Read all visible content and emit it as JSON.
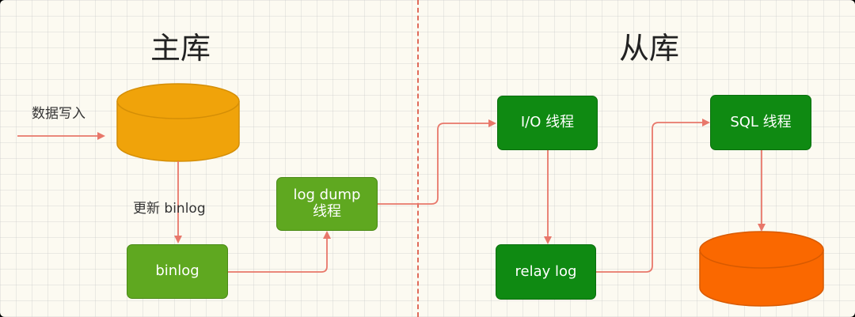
{
  "master": {
    "title": "主库",
    "write_label": "数据写入",
    "update_label": "更新 binlog",
    "binlog_box": "binlog",
    "dump_box_line1": "log dump",
    "dump_box_line2": "线程"
  },
  "slave": {
    "title": "从库",
    "io_box": "I/O 线程",
    "relay_box": "relay log",
    "sql_box": "SQL 线程"
  },
  "colors": {
    "arrow": "#e8776a",
    "master_db": "#f0a30a",
    "slave_db": "#fa6800",
    "light_green": "#5fa820",
    "dark_green": "#0f8a12"
  }
}
